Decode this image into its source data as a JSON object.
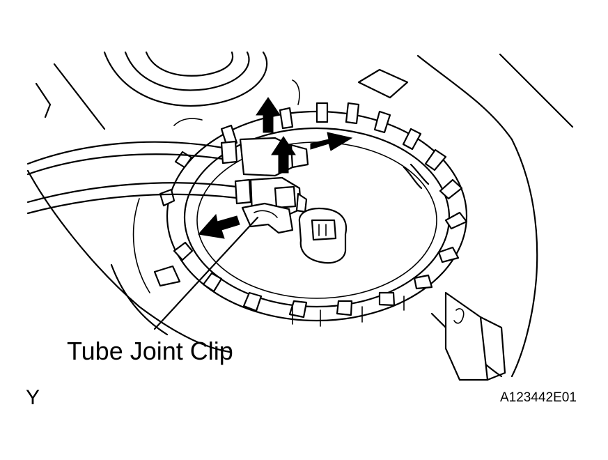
{
  "diagram": {
    "callout_label": "Tube Joint Clip",
    "view_letter": "Y",
    "figure_code": "A123442E01",
    "ink_color": "#000000",
    "background_color": "#ffffff",
    "arrows": [
      {
        "name": "up-arrow-left",
        "direction": "up"
      },
      {
        "name": "up-arrow-right",
        "direction": "up"
      },
      {
        "name": "right-arrow",
        "direction": "up-right"
      },
      {
        "name": "left-arrow",
        "direction": "left"
      }
    ]
  }
}
